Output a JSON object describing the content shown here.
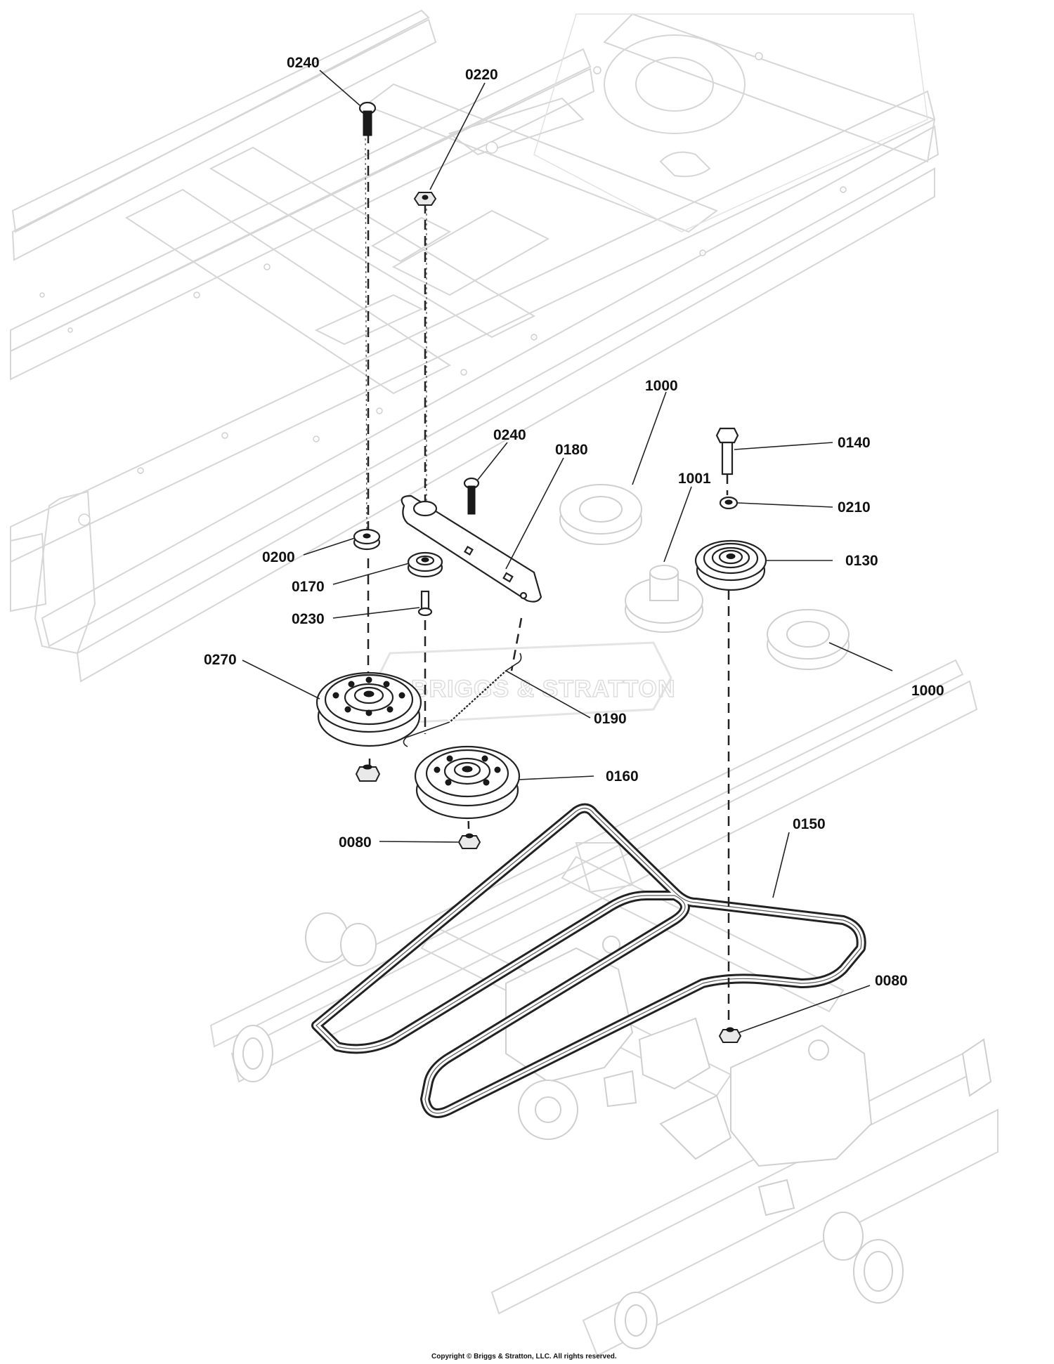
{
  "diagram": {
    "watermark": "BRIGGS & STRATTON",
    "copyright": "Copyright © Briggs & Stratton, LLC. All rights reserved.",
    "callouts": {
      "c0240_top": "0240",
      "c0220": "0220",
      "c1000_top": "1000",
      "c0240_mid": "0240",
      "c0180": "0180",
      "c0140": "0140",
      "c1001": "1001",
      "c0210": "0210",
      "c0200": "0200",
      "c0130": "0130",
      "c0170": "0170",
      "c0230": "0230",
      "c0270": "0270",
      "c1000_right": "1000",
      "c0190": "0190",
      "c0160": "0160",
      "c0150": "0150",
      "c0080_left": "0080",
      "c0080_right": "0080"
    }
  }
}
